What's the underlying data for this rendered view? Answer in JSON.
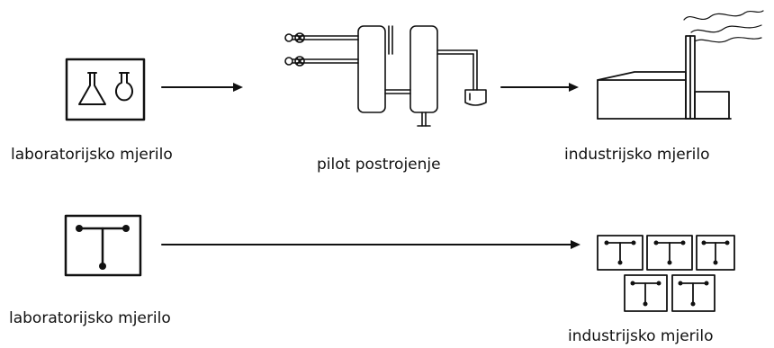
{
  "diagram": {
    "top_row": {
      "lab_label": "laboratorijsko mjerilo",
      "pilot_label": "pilot postrojenje",
      "industrial_label": "industrijsko mjerilo"
    },
    "bottom_row": {
      "lab_label": "laboratorijsko mjerilo",
      "industrial_label": "industrijsko mjerilo"
    },
    "icons": {
      "lab_glassware": "flask-and-round-flask-icon",
      "pilot_plant": "pilot-plant-columns-icon",
      "factory": "factory-with-chimney-icon",
      "module": "t-module-icon"
    }
  }
}
